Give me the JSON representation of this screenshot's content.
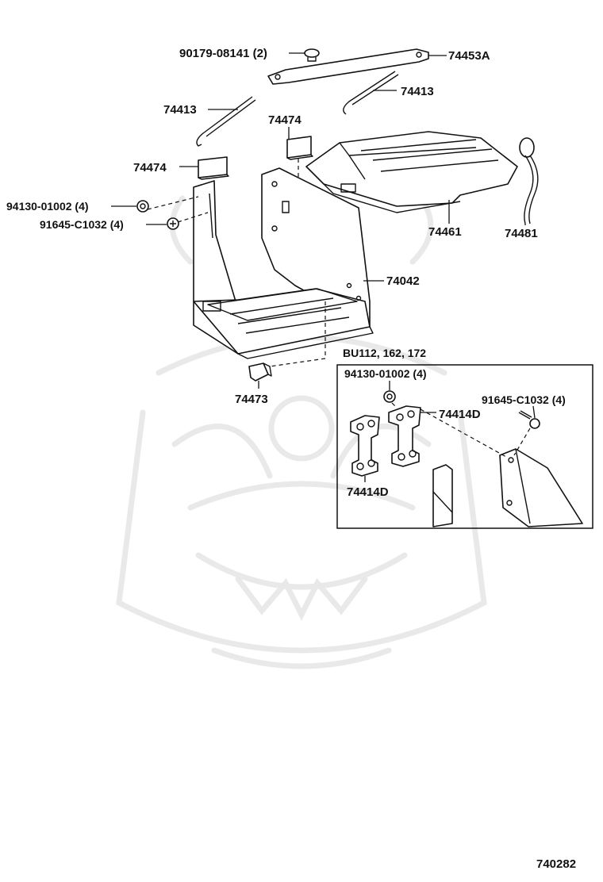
{
  "callouts": {
    "c_90179": "90179-08141 (2)",
    "c_74453a": "74453A",
    "c_74413_right": "74413",
    "c_74413_left": "74413",
    "c_74474_top": "74474",
    "c_74474_left": "74474",
    "c_94130": "94130-01002 (4)",
    "c_91645": "91645-C1032 (4)",
    "c_74461": "74461",
    "c_74481": "74481",
    "c_74042": "74042",
    "c_74473": "74473"
  },
  "inset": {
    "title": "BU112, 162, 172",
    "c_94130": "94130-01002 (4)",
    "c_91645": "91645-C1032 (4)",
    "c_74414d_right": "74414D",
    "c_74414d_left": "74414D"
  },
  "diagram_number": "740282",
  "colors": {
    "line": "#111111",
    "watermark": "#e9e9e9",
    "background": "#ffffff"
  }
}
